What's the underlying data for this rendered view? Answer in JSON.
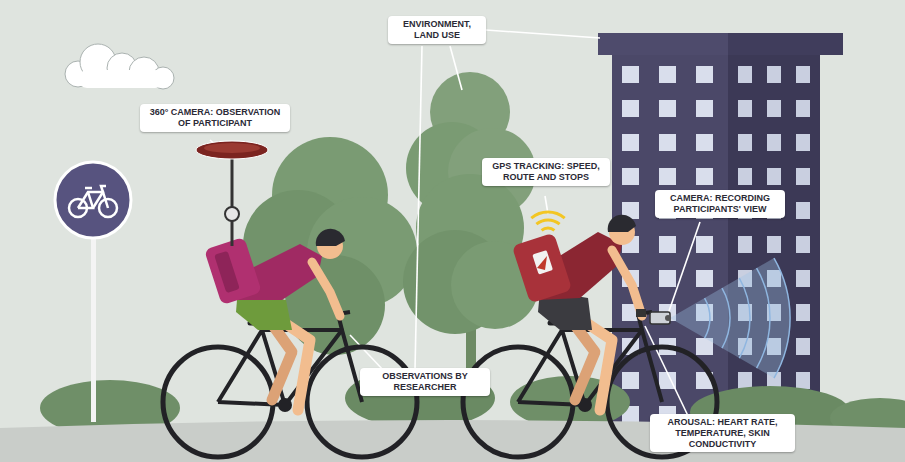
{
  "diagram": {
    "nodes": [
      {
        "text": [
          "ENVIRONMENT, LAND USE"
        ]
      },
      {
        "text": [
          "360° CAMERA: OBSERVATION OF PARTICIPANT"
        ]
      },
      {
        "text": [
          "GPS TRACKING: SPEED, ROUTE AND STOPS"
        ]
      },
      {
        "text": [
          "CAMERA: RECORDING PARTICIPANTS' VIEW"
        ]
      },
      {
        "text": [
          "OBSERVATIONS BY RESEARCHER"
        ]
      },
      {
        "text": [
          "AROUSAL: HEART RATE, TEMPERATURE, SKIN CONDUCTIVITY"
        ]
      }
    ]
  }
}
